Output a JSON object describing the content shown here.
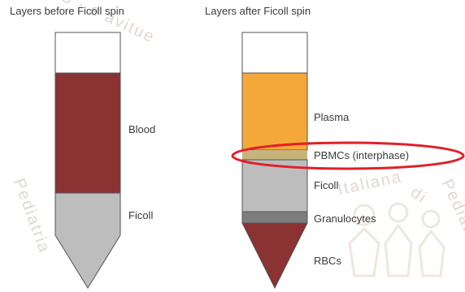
{
  "titles": {
    "before": "Layers before Ficoll spin",
    "after": "Layers after Ficoll spin"
  },
  "before_tube": {
    "layers": [
      {
        "label": "Blood",
        "color": "#8b3232"
      },
      {
        "label": "Ficoll",
        "color": "#bdbdbd"
      }
    ]
  },
  "after_tube": {
    "layers": [
      {
        "label": "Plasma",
        "color": "#f5a83a"
      },
      {
        "label": "PBMCs (interphase)",
        "color": "#c6b47a"
      },
      {
        "label": "Ficoll",
        "color": "#bdbdbd"
      },
      {
        "label": "Granulocytes",
        "color": "#7d7d7d"
      },
      {
        "label": "RBCs",
        "color": "#8b3232"
      }
    ]
  },
  "highlight_color": "#e0202a",
  "watermark": {
    "text": "Società Italiana di Pediatria",
    "color": "#e2d7d2"
  }
}
